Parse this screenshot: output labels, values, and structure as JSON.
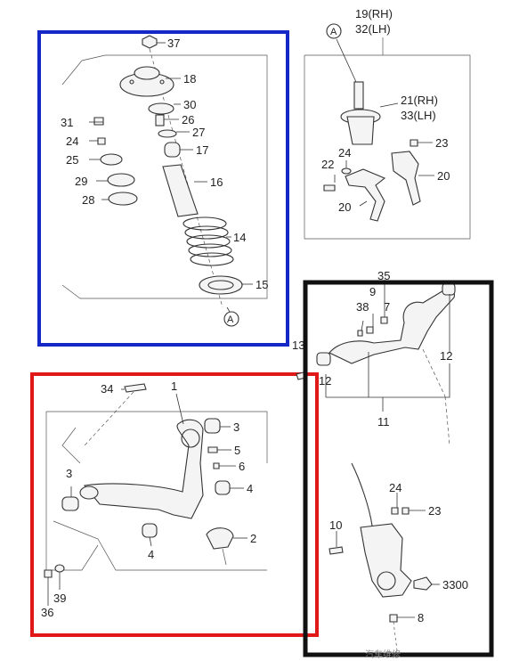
{
  "frame_colors": {
    "strut": "#1428c8",
    "lower_arm": "#e01818",
    "knuckle": "#111111"
  },
  "strut_panel": {
    "labels": [
      "37",
      "18",
      "30",
      "26",
      "31",
      "27",
      "24",
      "17",
      "25",
      "29",
      "16",
      "28",
      "14",
      "15",
      "A"
    ]
  },
  "shock_panel": {
    "labels": [
      "A",
      "19(RH)",
      "32(LH)",
      "21(RH)",
      "33(LH)",
      "24",
      "23",
      "22",
      "20",
      "20"
    ]
  },
  "lower_arm_panel": {
    "labels": [
      "34",
      "1",
      "3",
      "5",
      "6",
      "3",
      "4",
      "4",
      "2",
      "39",
      "36"
    ]
  },
  "upper_arm_panel": {
    "labels": [
      "35",
      "9",
      "38",
      "7",
      "13",
      "12",
      "12",
      "11"
    ]
  },
  "knuckle_panel": {
    "labels": [
      "24",
      "23",
      "10",
      "3300",
      "8"
    ]
  },
  "watermark": "汽车维修"
}
